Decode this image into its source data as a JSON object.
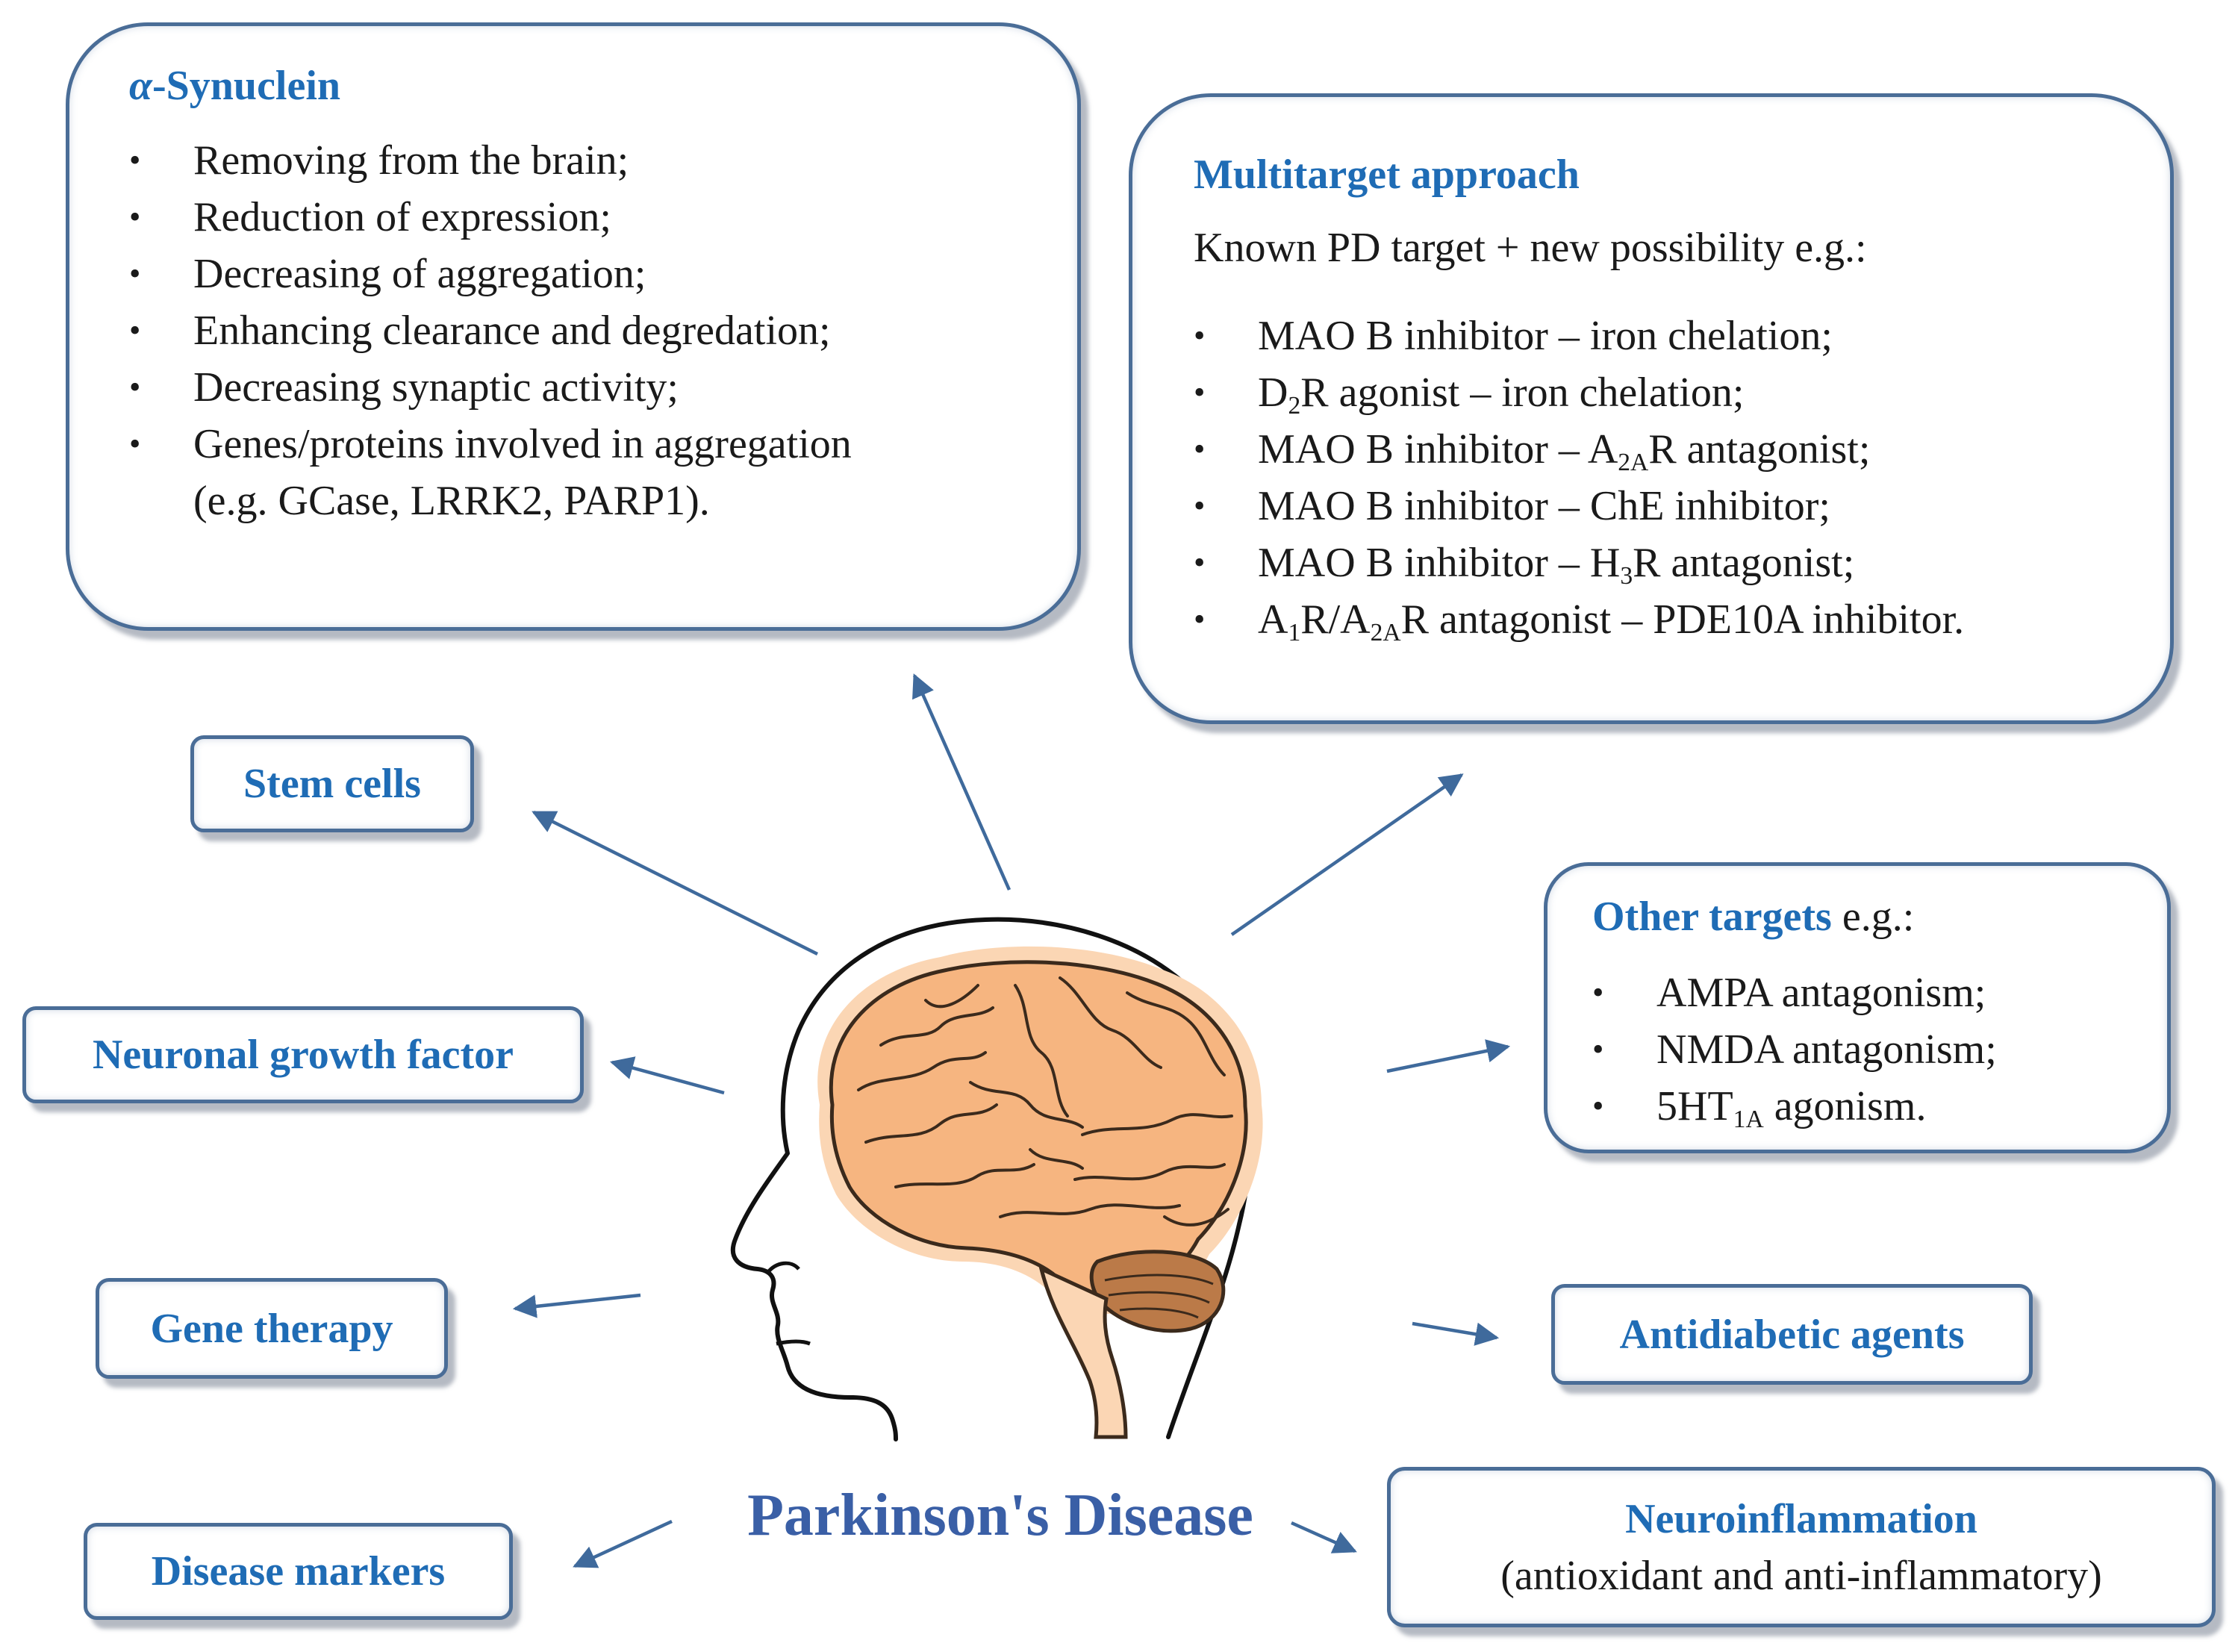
{
  "alpha_synuclein": {
    "title_symbol": "α",
    "title_rest": "-Synuclein",
    "items": [
      "Removing from the brain;",
      "Reduction of expression;",
      "Decreasing of aggregation;",
      "Enhancing clearance and degredation;",
      "Decreasing synaptic activity;",
      "Genes/proteins involved in aggregation"
    ],
    "item_continuation": "(e.g. GCase, LRRK2, PARP1)."
  },
  "multitarget": {
    "title": "Multitarget approach",
    "intro": "Known PD target + new possibility e.g.:",
    "items": [
      {
        "parts": [
          "MAO B inhibitor – iron chelation;"
        ]
      },
      {
        "parts": [
          "D",
          "2",
          "R agonist – iron chelation;"
        ]
      },
      {
        "parts": [
          "MAO B inhibitor – A",
          "2A",
          "R antagonist;"
        ]
      },
      {
        "parts": [
          "MAO B inhibitor – ChE inhibitor;"
        ]
      },
      {
        "parts": [
          "MAO B inhibitor – H",
          "3",
          "R antagonist;"
        ]
      },
      {
        "parts": [
          "A",
          "1",
          "R/A",
          "2A",
          "R antagonist – PDE10A inhibitor."
        ]
      }
    ]
  },
  "other_targets": {
    "title": "Other targets",
    "title_suffix": " e.g.:",
    "items": [
      {
        "parts": [
          "AMPA antagonism;"
        ]
      },
      {
        "parts": [
          "NMDA antagonism;"
        ]
      },
      {
        "parts": [
          "5HT",
          "1A",
          " agonism."
        ]
      }
    ]
  },
  "labels": {
    "stem_cells": "Stem cells",
    "neuronal_growth_factor": "Neuronal growth factor",
    "gene_therapy": "Gene therapy",
    "disease_markers": "Disease markers",
    "antidiabetic_agents": "Antidiabetic agents",
    "neuroinflammation_title": "Neuroinflammation",
    "neuroinflammation_sub": "(antioxidant and anti-inflammatory)"
  },
  "center_title": "Parkinson's Disease",
  "colors": {
    "title_blue": "#1f6cb5",
    "border": "#4a6d97",
    "arrow": "#3f6a9c",
    "brain_fill": "#f6b580",
    "brain_halo": "#fbd6b4",
    "cerebellum": "#bb7a48"
  }
}
